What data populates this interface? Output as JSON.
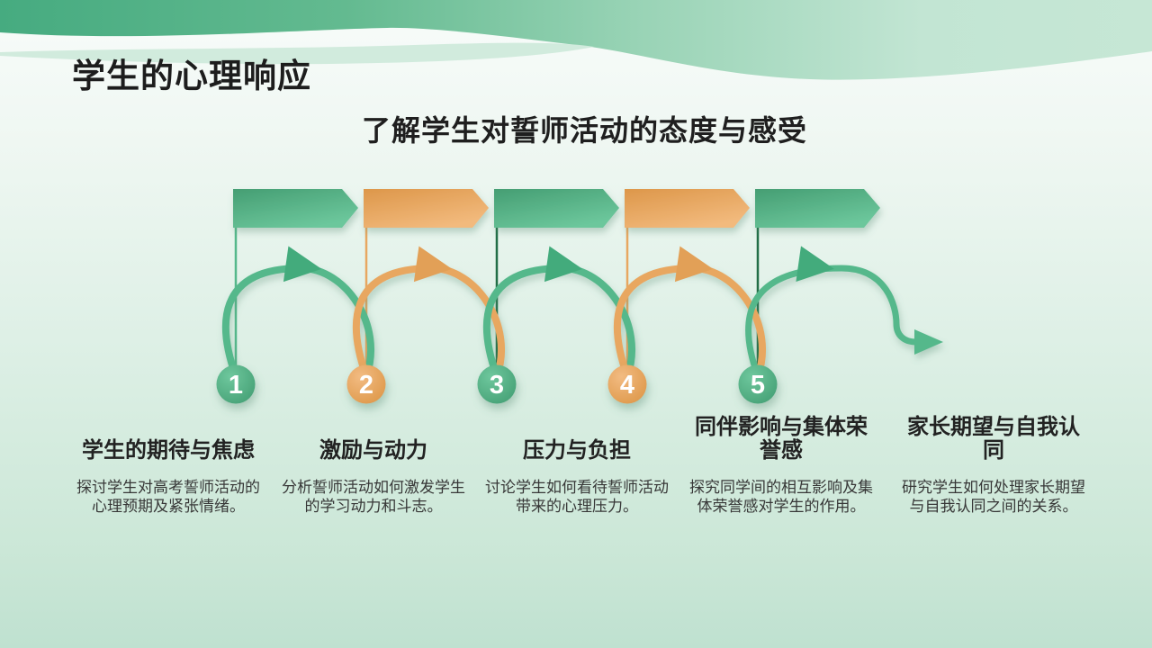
{
  "slide": {
    "title": "学生的心理响应",
    "subtitle": "了解学生对誓师活动的态度与感受"
  },
  "palette": {
    "green": "#55b88b",
    "green_dark": "#226e47",
    "orange": "#e8a761",
    "arrow_green": "#43ab7c",
    "arrow_orange": "#e2a057",
    "background_mint": "#cde9db",
    "header_green": "#46ab80"
  },
  "steps": [
    {
      "number": "1",
      "color": "green",
      "heading": "学生的期待与焦虑",
      "body": "探讨学生对高考誓师活动的\n心理预期及紧张情绪。"
    },
    {
      "number": "2",
      "color": "orange",
      "heading": "激励与动力",
      "body": "分析誓师活动如何激发学生\n的学习动力和斗志。"
    },
    {
      "number": "3",
      "color": "green",
      "heading": "压力与负担",
      "body": "讨论学生如何看待誓师活动\n带来的心理压力。"
    },
    {
      "number": "4",
      "color": "orange",
      "heading": "同伴影响与集体荣\n誉感",
      "body": "探究同学间的相互影响及集\n体荣誉感对学生的作用。"
    },
    {
      "number": "5",
      "color": "green",
      "heading": "家长期望与自我认\n同",
      "body": "研究学生如何处理家长期望\n与自我认同之间的关系。"
    }
  ]
}
